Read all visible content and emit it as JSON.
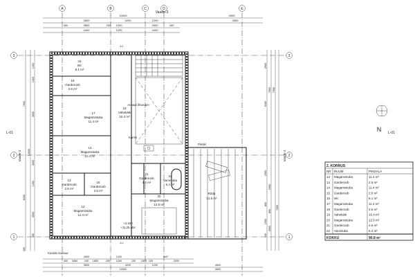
{
  "grid": {
    "columns": [
      "A",
      "B",
      "C",
      "D",
      "E"
    ],
    "rows": [
      "1",
      "2",
      "3"
    ]
  },
  "views": {
    "top": "Vaade-3",
    "left": "Vaade-2",
    "right": "Vaade-4",
    "section_left": "L-01",
    "section_right": "L-01"
  },
  "dims_top": [
    [
      "10000",
      "4500"
    ],
    [
      "3800",
      "4200",
      "1200",
      "4500"
    ],
    [
      "400",
      "3800",
      "200",
      "1200",
      "4000",
      "400"
    ],
    [
      "4400",
      "1200",
      "4400"
    ]
  ],
  "dims_bottom": [
    [
      "4400",
      "1200",
      "4x0°"
    ],
    [
      "400",
      "1850",
      "100",
      "1850",
      "200",
      "1200",
      "100",
      "1800",
      "100",
      "2000"
    ],
    [
      "3800",
      "4200",
      "1200",
      "4500"
    ],
    [
      "10000",
      "4500"
    ]
  ],
  "dims_left": [
    "7900",
    "6200",
    "14000",
    "400",
    "1400",
    "1400",
    "3000",
    "3000",
    "1400",
    "3000",
    "400"
  ],
  "dims_right": [
    "2900",
    "5400",
    "7900",
    "7900",
    "2900",
    "2900",
    "800",
    "800",
    "1500",
    "3000",
    "100",
    "7000"
  ],
  "rooms": [
    {
      "nr": "12",
      "name": "Magamistuba",
      "area": "11.4 m²"
    },
    {
      "nr": "13",
      "name": "Garderoob",
      "area": "2.6 m²"
    },
    {
      "nr": "14",
      "name": "Magamistuba",
      "area": "11.4 m²"
    },
    {
      "nr": "15",
      "name": "Garderoob",
      "area": "2.6 m²"
    },
    {
      "nr": "16",
      "name": "Wc",
      "area": "8.1 m²"
    },
    {
      "nr": "17",
      "name": "Magamistuba",
      "area": "11.4 m²"
    },
    {
      "nr": "18",
      "name": "Garderoob",
      "area": "2.6 m²"
    },
    {
      "nr": "19",
      "name": "Vahekäik",
      "area": "16.4 m²"
    },
    {
      "nr": "20",
      "name": "Magamistuba",
      "area": "12.5 m²"
    },
    {
      "nr": "21",
      "name": "Garderoob",
      "area": "4.6 m²"
    },
    {
      "nr": "22",
      "name": "Vannituba",
      "area": "6.4 m²"
    }
  ],
  "annotations": {
    "open_space": "Avatud õhuruum",
    "fireplace": "Kamin",
    "railing": "Piirdel",
    "level_rel": "+3.150",
    "level_abs": "+11.25 abs",
    "fireplace_outline": "Kamiini kontuur",
    "balcony_name": "Rõdu",
    "balcony_area": "31.5 m²",
    "door_tag": "A-1"
  },
  "compass": {
    "label": "N"
  },
  "table": {
    "title": "2. KORRUS",
    "headers": [
      "NR",
      "RUUM",
      "PINDALA"
    ],
    "rows": [
      [
        "12",
        "Magamistuba",
        "11.4 m²"
      ],
      [
        "13",
        "Garderoob",
        "2.6 m²"
      ],
      [
        "14",
        "Magamistuba",
        "11.4 m²"
      ],
      [
        "15",
        "Garderoob",
        "2.6 m²"
      ],
      [
        "16",
        "Wc",
        "8.1 m²"
      ],
      [
        "17",
        "Magamistuba",
        "11.4 m²"
      ],
      [
        "18",
        "Garderoob",
        "2.6 m²"
      ],
      [
        "19",
        "Vahekäik",
        "16.4 m²"
      ],
      [
        "20",
        "Magamistuba",
        "12.5 m²"
      ],
      [
        "21",
        "Garderoob",
        "4.6 m²"
      ],
      [
        "22",
        "Vannituba",
        "6.4 m²"
      ]
    ],
    "total_label": "KOKKU",
    "total_value": "90.8 m²"
  }
}
